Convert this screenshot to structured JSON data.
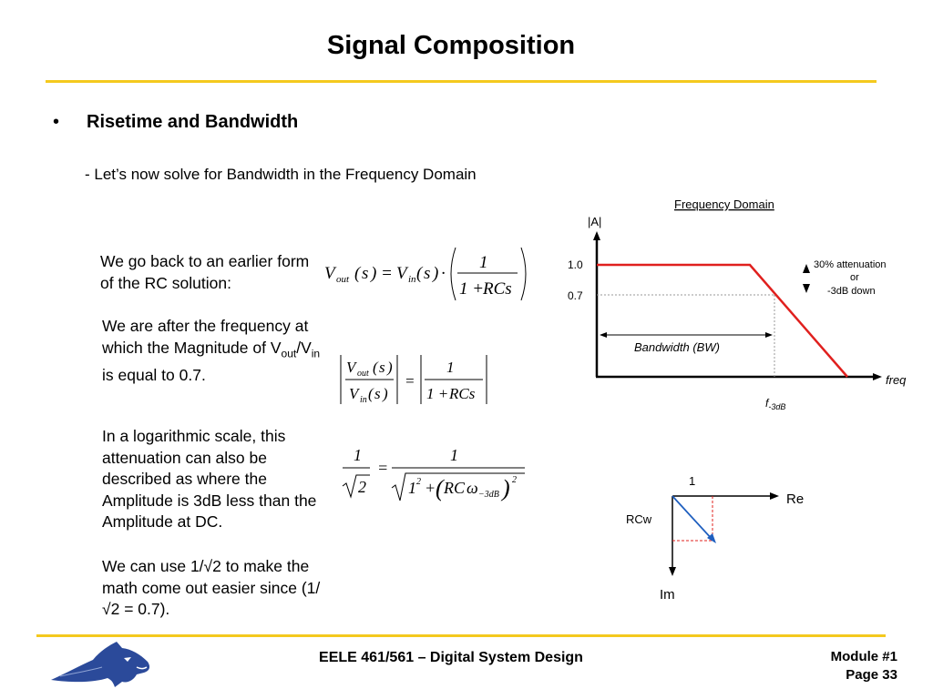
{
  "title": "Signal Composition",
  "bullet": "•",
  "heading": "Risetime and Bandwidth",
  "subline": "- Let’s now solve for Bandwidth in the Frequency Domain",
  "paragraphs": {
    "p1": "We go back to an earlier form of the RC solution:",
    "p2_a": "We are after the frequency at which the Magnitude of V",
    "p2_sub1": "out",
    "p2_b": "/V",
    "p2_sub2": "in",
    "p2_c": " is equal to 0.7.",
    "p3": "In a logarithmic scale, this attenuation can also be described as where the Amplitude is 3dB less than the Amplitude at DC.",
    "p4": "We can use 1/√2 to make the math come out easier since (1/√2 = 0.7)."
  },
  "freq_chart": {
    "title": "Frequency Domain",
    "y_axis_label": "|A|",
    "x_axis_label": "freq",
    "tick_1_0": "1.0",
    "tick_0_7": "0.7",
    "bandwidth_label": "Bandwidth (BW)",
    "f3db_main": "f",
    "f3db_sub": "-3dB",
    "atten_line1": "30% attenuation",
    "atten_line2": "or",
    "atten_line3": "-3dB down"
  },
  "phasor": {
    "label_one": "1",
    "label_re": "Re",
    "label_rcw": "RCw",
    "label_im": "Im"
  },
  "footer": {
    "course": "EELE 461/561 – Digital System Design",
    "module": "Module #1",
    "page": "Page 33"
  },
  "colors": {
    "accent_rule": "#f4c91e",
    "response_line": "#e0201e",
    "phasor_vector": "#1f5fbf",
    "logo_blue": "#2b4a9a"
  }
}
